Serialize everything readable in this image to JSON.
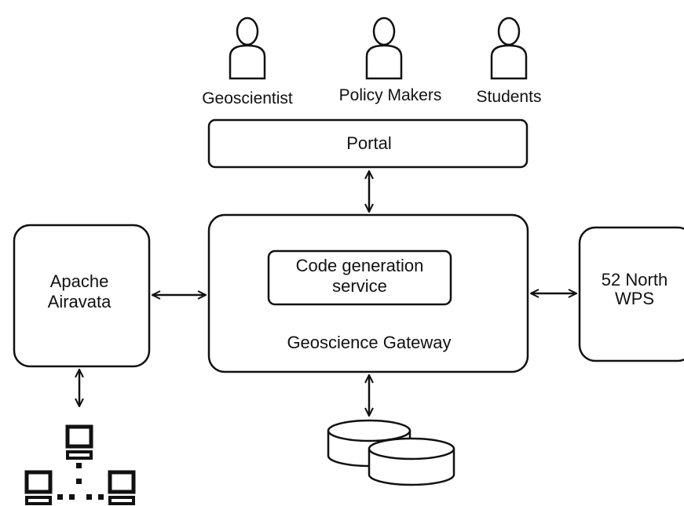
{
  "actors": [
    {
      "label": "Geoscientist",
      "icon": "user-icon"
    },
    {
      "label": "Policy Makers",
      "icon": "user-icon"
    },
    {
      "label": "Students",
      "icon": "user-icon"
    }
  ],
  "portal": {
    "label": "Portal"
  },
  "gateway": {
    "label": "Geoscience Gateway"
  },
  "codegen": {
    "line1": "Code generation",
    "line2": "service"
  },
  "airavata": {
    "line1": "Apache",
    "line2": "Airavata"
  },
  "wps": {
    "line1": "52 North",
    "line2": "WPS"
  },
  "icons": {
    "storage": "database-icon",
    "compute": "computer-network-icon"
  },
  "colors": {
    "stroke": "#111111",
    "fill": "#ffffff",
    "background": "#ffffff"
  }
}
